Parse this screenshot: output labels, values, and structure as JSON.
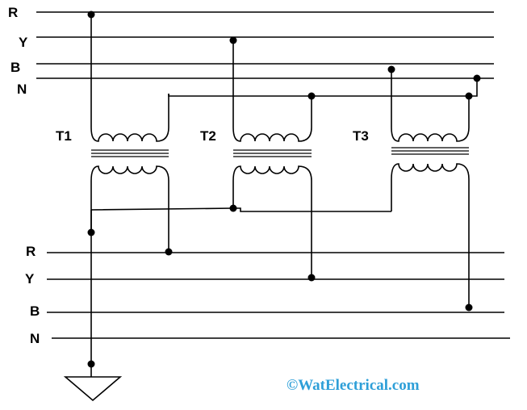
{
  "primary": {
    "phases": [
      "R",
      "Y",
      "B",
      "N"
    ]
  },
  "secondary": {
    "phases": [
      "R",
      "Y",
      "B",
      "N"
    ]
  },
  "transformers": [
    "T1",
    "T2",
    "T3"
  ],
  "watermark": {
    "text": "©WatElectrical.com",
    "color": "#2e9fd8"
  }
}
